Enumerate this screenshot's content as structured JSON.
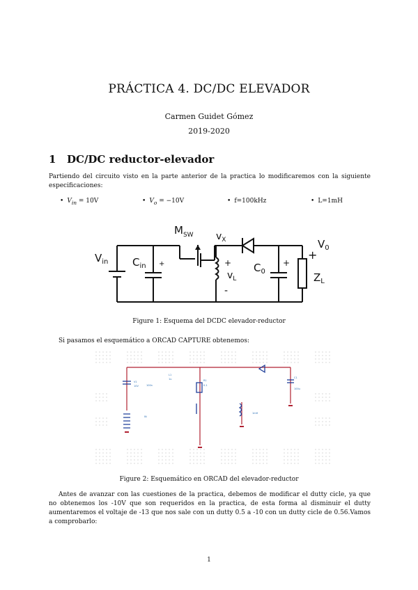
{
  "header": {
    "title": "PRÁCTICA 4. DC/DC ELEVADOR",
    "author": "Carmen Guidet Gómez",
    "year": "2019-2020"
  },
  "section": {
    "number": "1",
    "title": "DC/DC reductor-elevador"
  },
  "intro": "Partiendo del circuito visto en la parte anterior de la practica lo modificaremos con la siguiente especificaciones:",
  "specs": [
    {
      "label": "V",
      "sub": "in",
      "value": " = 10V"
    },
    {
      "label": "V",
      "sub": "o",
      "value": " = −10V"
    },
    {
      "label": "",
      "sub": "",
      "value": "f=100kHz"
    },
    {
      "label": "",
      "sub": "",
      "value": "L=1mH"
    }
  ],
  "figure1": {
    "caption": "Figure 1: Esquema del DCDC elevador-reductor",
    "labels": {
      "vin": "V",
      "vin_sub": "in",
      "cin": "C",
      "cin_sub": "in",
      "msw": "M",
      "msw_sub": "SW",
      "vx": "v",
      "vx_sub": "X",
      "vl": "v",
      "vl_sub": "L",
      "co": "C",
      "co_sub": "0",
      "vo": "V",
      "vo_sub": "0",
      "zl": "Z",
      "zl_sub": "L",
      "plus": "+",
      "minus": "-"
    }
  },
  "orcad_intro": "Si pasamos el esquemático a ORCAD CAPTURE obtenemos:",
  "figure2": {
    "caption": "Figure 2: Esquemático en ORCAD del elevador-reductor"
  },
  "para2": "Antes de avanzar con las cuestiones de la practica, debemos de modificar el dutty cicle, ya que no obtenemos los -10V que son requeridos en la practica, de esta forma al disminuir el dutty aumentaremos el voltaje de -13 que nos sale con un dutty 0.5 a -10 con un dutty cicle de 0.56.Vamos a comprobarlo:",
  "page_number": "1"
}
